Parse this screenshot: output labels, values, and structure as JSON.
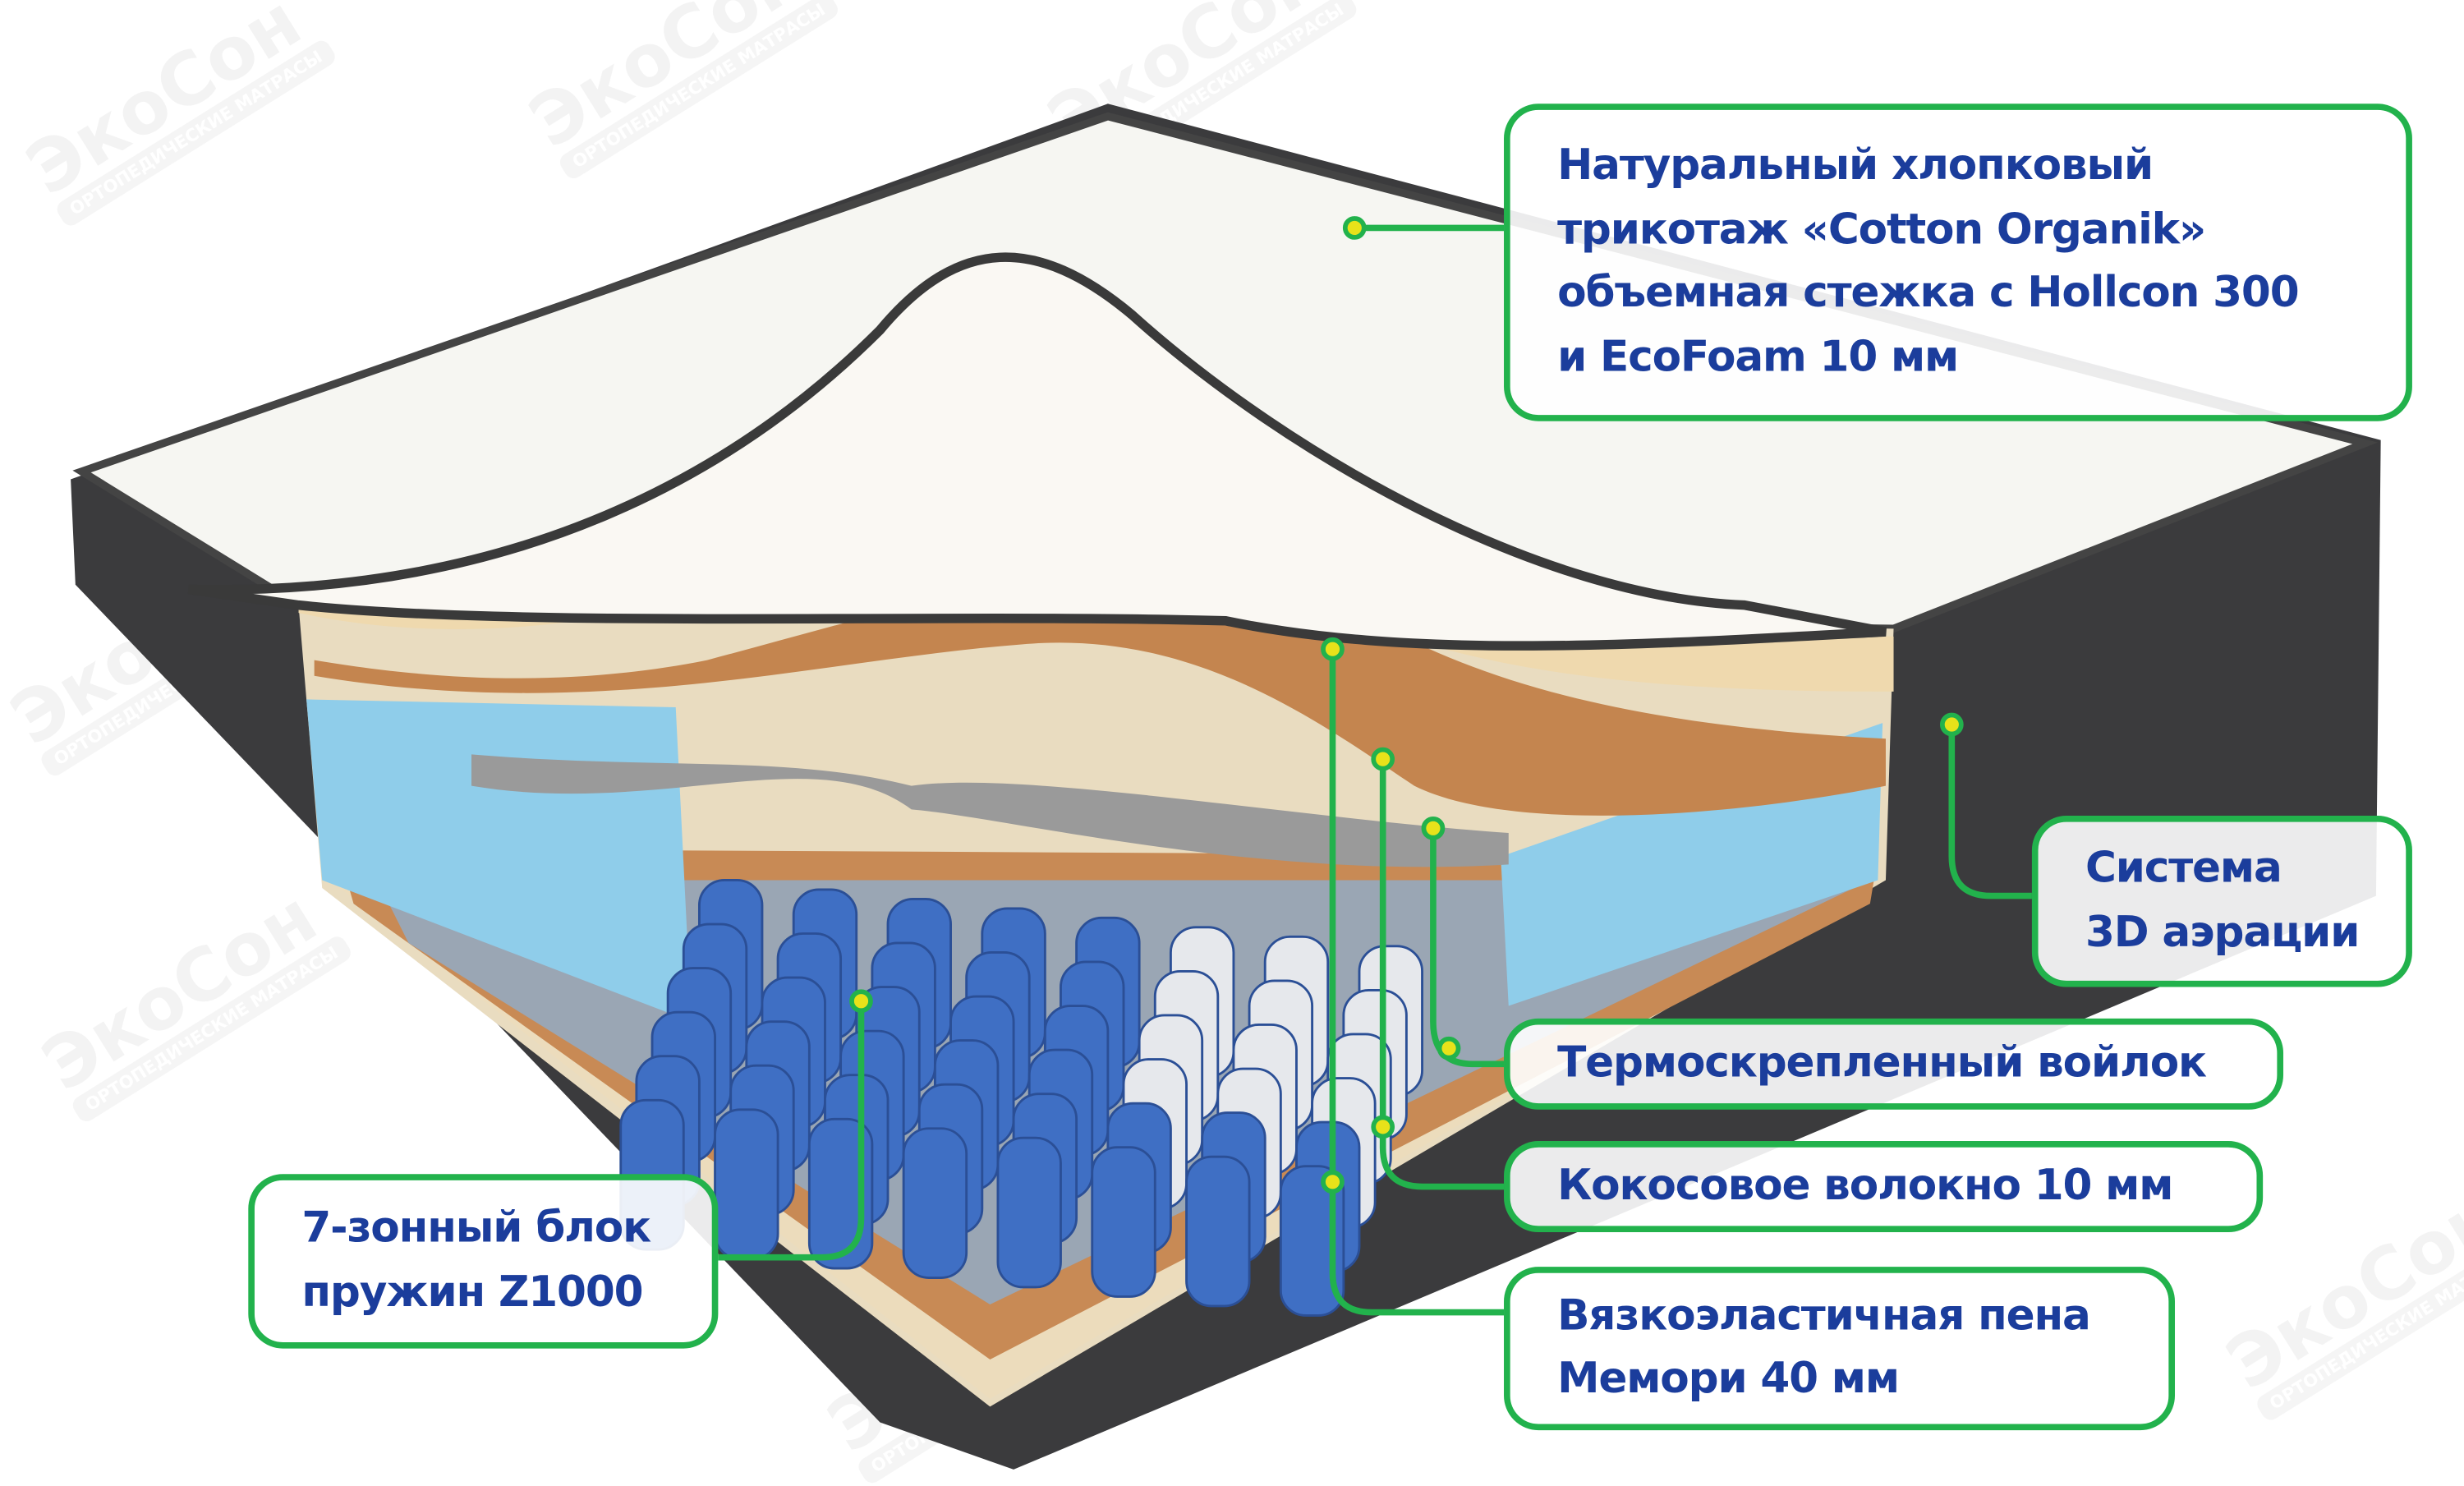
{
  "brand": {
    "name": "ЭкоСон",
    "tagline": "ОРТОПЕДИЧЕСКИЕ МАТРАСЫ"
  },
  "colors": {
    "accent_green": "#22b24c",
    "text_blue": "#1b3d9c",
    "dot_yellow": "#e8e21a"
  },
  "labels": {
    "cover": [
      "Натуральный хлопковый",
      "трикотаж «Cotton Organik»",
      "объемная стежка с Hollcon 300",
      "и EcoFoam 10 мм"
    ],
    "aeration": [
      "Система",
      "3D аэрации"
    ],
    "felt": [
      "Термоскрепленный войлок"
    ],
    "coconut": [
      "Кокосовое волокно 10 мм"
    ],
    "memory": [
      "Вязкоэластичная пена",
      "Мемори 40 мм"
    ],
    "springs": [
      "7-зонный блок",
      "пружин Z1000"
    ]
  }
}
